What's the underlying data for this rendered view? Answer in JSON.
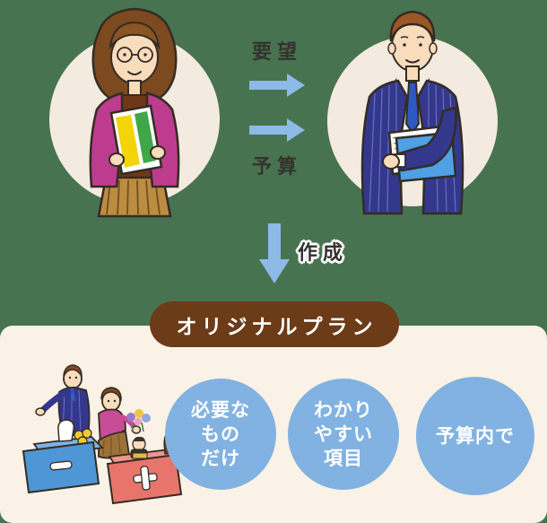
{
  "colors": {
    "background_green": "#487350",
    "panel_cream": "#FAF2E6",
    "portrait_circle_cream": "#F3EBE0",
    "arrow_blue": "#8DBAE7",
    "feature_circle_blue": "#81B2E1",
    "badge_brown": "#6C3B17",
    "label_dark": "#343330",
    "badge_text": "#FFFFFF"
  },
  "flow": {
    "request": "要望",
    "budget": "予算",
    "create": "作成"
  },
  "badge": {
    "label": "オリジナルプラン"
  },
  "features": [
    {
      "lines": [
        "必要な",
        "もの",
        "だけ"
      ]
    },
    {
      "lines": [
        "わかり",
        "やすい",
        "項目"
      ]
    },
    {
      "lines": [
        "予算内で"
      ]
    }
  ],
  "illustrations": {
    "customer": "woman-holding-brochure",
    "planner": "man-in-suit-with-documents",
    "sorting": "couple-sorting-items-plus-minus-boxes"
  }
}
